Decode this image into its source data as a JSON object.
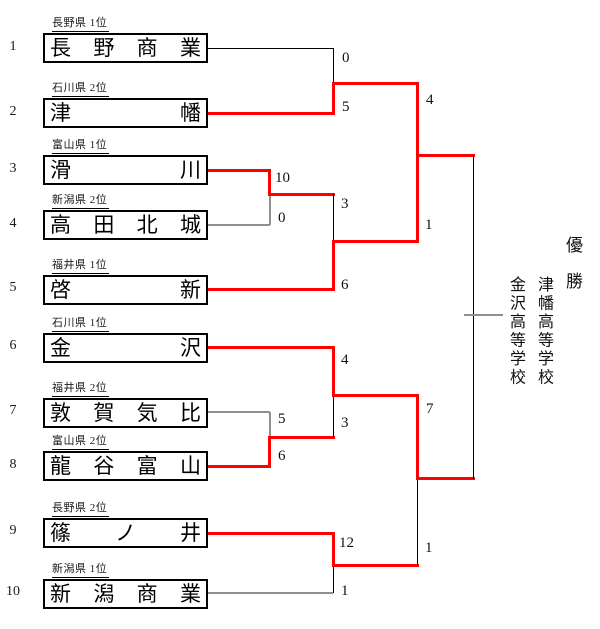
{
  "colors": {
    "winner_line": "#ff0000",
    "neutral_line": "#000000",
    "loser_line": "#8f8f8f"
  },
  "teams": [
    {
      "seed": "1",
      "qualifier": "長野県 1位",
      "name": "長野商業"
    },
    {
      "seed": "2",
      "qualifier": "石川県 2位",
      "name": "津幡"
    },
    {
      "seed": "3",
      "qualifier": "富山県 1位",
      "name": "滑川"
    },
    {
      "seed": "4",
      "qualifier": "新潟県 2位",
      "name": "高田北城"
    },
    {
      "seed": "5",
      "qualifier": "福井県 1位",
      "name": "啓新"
    },
    {
      "seed": "6",
      "qualifier": "石川県 1位",
      "name": "金沢"
    },
    {
      "seed": "7",
      "qualifier": "福井県 2位",
      "name": "敦賀気比"
    },
    {
      "seed": "8",
      "qualifier": "富山県 2位",
      "name": "龍谷富山"
    },
    {
      "seed": "9",
      "qualifier": "長野県 2位",
      "name": "篠ノ井"
    },
    {
      "seed": "10",
      "qualifier": "新潟県 1位",
      "name": "新潟商業"
    }
  ],
  "scores": {
    "qf1_top": "0",
    "qf1_bottom": "5",
    "r1_a_top": "10",
    "r1_a_bottom": "0",
    "qf2_top": "3",
    "qf2_bottom": "6",
    "qf3_top": "4",
    "qf3_bottom": "3",
    "r1_b_top": "5",
    "r1_b_bottom": "6",
    "qf4_top": "12",
    "qf4_bottom": "1",
    "sf1_top": "4",
    "sf1_bottom": "1",
    "sf2_top": "7",
    "sf2_bottom": "1"
  },
  "matches": [
    {
      "round": "first_round",
      "teams": [
        "滑川",
        "高田北城"
      ],
      "score": [
        10,
        0
      ],
      "winner": "滑川"
    },
    {
      "round": "first_round",
      "teams": [
        "敦賀気比",
        "龍谷富山"
      ],
      "score": [
        5,
        6
      ],
      "winner": "龍谷富山"
    },
    {
      "round": "quarterfinal",
      "teams": [
        "長野商業",
        "津幡"
      ],
      "score": [
        0,
        5
      ],
      "winner": "津幡"
    },
    {
      "round": "quarterfinal",
      "teams": [
        "滑川",
        "啓新"
      ],
      "score": [
        3,
        6
      ],
      "winner": "啓新"
    },
    {
      "round": "quarterfinal",
      "teams": [
        "金沢",
        "龍谷富山"
      ],
      "score": [
        4,
        3
      ],
      "winner": "金沢"
    },
    {
      "round": "quarterfinal",
      "teams": [
        "篠ノ井",
        "新潟商業"
      ],
      "score": [
        12,
        1
      ],
      "winner": "篠ノ井"
    },
    {
      "round": "semifinal",
      "teams": [
        "津幡",
        "啓新"
      ],
      "score": [
        4,
        1
      ],
      "winner": "津幡"
    },
    {
      "round": "semifinal",
      "teams": [
        "金沢",
        "篠ノ井"
      ],
      "score": [
        7,
        1
      ],
      "winner": "金沢"
    }
  ],
  "champion": {
    "title": "優勝",
    "schools": [
      "津幡高等学校",
      "金沢高等学校"
    ]
  }
}
